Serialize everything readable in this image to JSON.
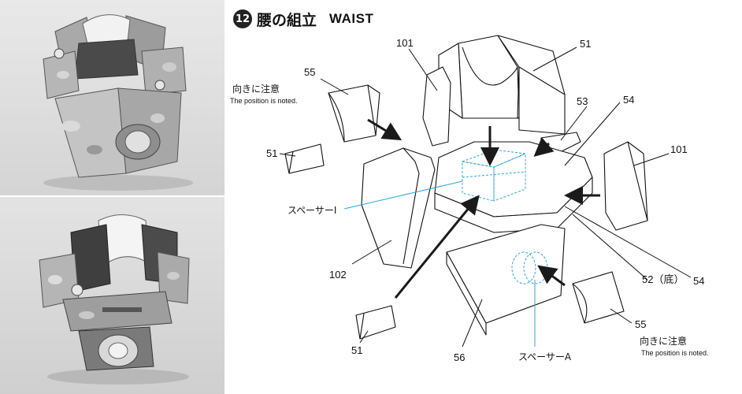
{
  "title": {
    "step_number": "12",
    "japanese": "腰の組立",
    "english": "WAIST"
  },
  "part_labels": {
    "p101_top": "101",
    "p51_top": "51",
    "p55_top": "55",
    "p53": "53",
    "p54_top": "54",
    "p51_left": "51",
    "p101_right": "101",
    "p102": "102",
    "p52": "52（底）",
    "p54_bottom": "54",
    "p51_bottom": "51",
    "p56": "56",
    "p55_bottom": "55"
  },
  "spacers": {
    "spacer_i": "スペーサーI",
    "spacer_a": "スペーサーA"
  },
  "notes": {
    "top_jp": "向きに注意",
    "top_en": "The position is noted.",
    "bottom_jp": "向きに注意",
    "bottom_en": "The position is noted."
  },
  "colors": {
    "line": "#111111",
    "spacer_blue": "#2aa7e0",
    "arrow": "#1a1a1a"
  }
}
